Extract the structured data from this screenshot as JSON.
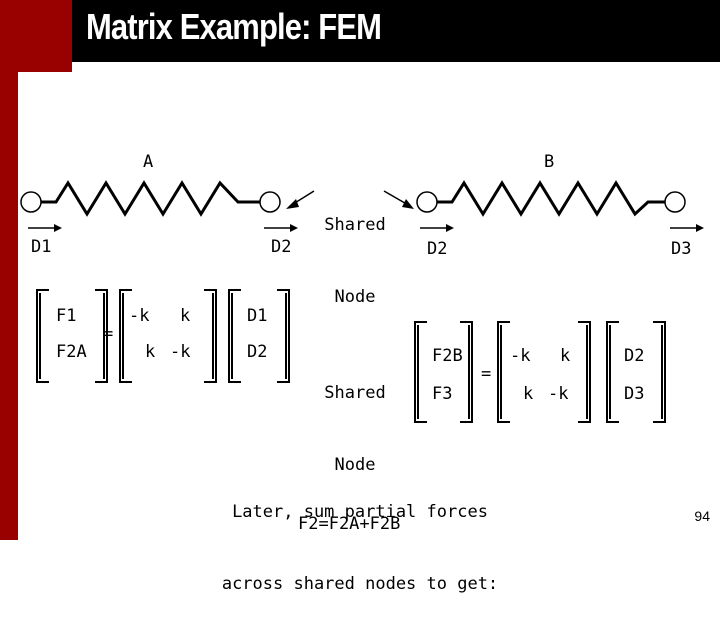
{
  "slide": {
    "title": "Matrix Example: FEM",
    "page_number": "94",
    "accent_color": "#990000"
  },
  "springs": {
    "a_label": "A",
    "b_label": "B",
    "shared_node_label_1": "Shared",
    "shared_node_label_2": "Node",
    "d1": "D1",
    "d2_left": "D2",
    "d2_right": "D2",
    "d3": "D3"
  },
  "equation_a": {
    "lhs": [
      "F1",
      "F2A"
    ],
    "equals": "=",
    "matrix": [
      [
        "-k",
        "k"
      ],
      [
        "k",
        "-k"
      ]
    ],
    "rhs": [
      "D1",
      "D2"
    ]
  },
  "shared_node_middle": {
    "line1": "Shared",
    "line2": "Node"
  },
  "equation_b": {
    "lhs": [
      "F2B",
      "F3"
    ],
    "equals": "=",
    "matrix": [
      [
        "-k",
        "k"
      ],
      [
        "k",
        "-k"
      ]
    ],
    "rhs": [
      "D2",
      "D3"
    ]
  },
  "note": {
    "line1": "Later, sum partial forces",
    "line2": "across shared nodes to get:",
    "result": "F2=F2A+F2B"
  }
}
